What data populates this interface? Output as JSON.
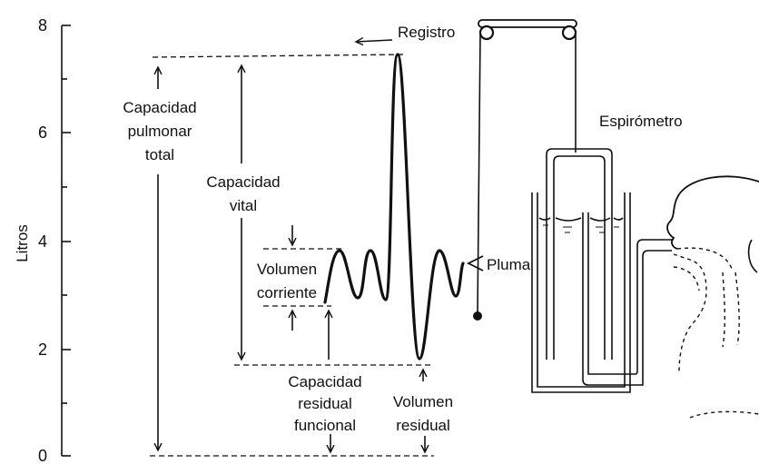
{
  "axis": {
    "label": "Litros",
    "ticks": [
      "8",
      "6",
      "4",
      "2",
      "0"
    ]
  },
  "labels": {
    "registro": "Registro",
    "espirometro": "Espirómetro",
    "pluma": "Pluma",
    "capacidad_pulmonar_total": [
      "Capacidad",
      "pulmonar",
      "total"
    ],
    "capacidad_vital": [
      "Capacidad",
      "vital"
    ],
    "volumen_corriente": [
      "Volumen",
      "corriente"
    ],
    "capacidad_residual_funcional": [
      "Capacidad",
      "residual",
      "funcional"
    ],
    "volumen_residual": [
      "Volumen",
      "residual"
    ]
  }
}
